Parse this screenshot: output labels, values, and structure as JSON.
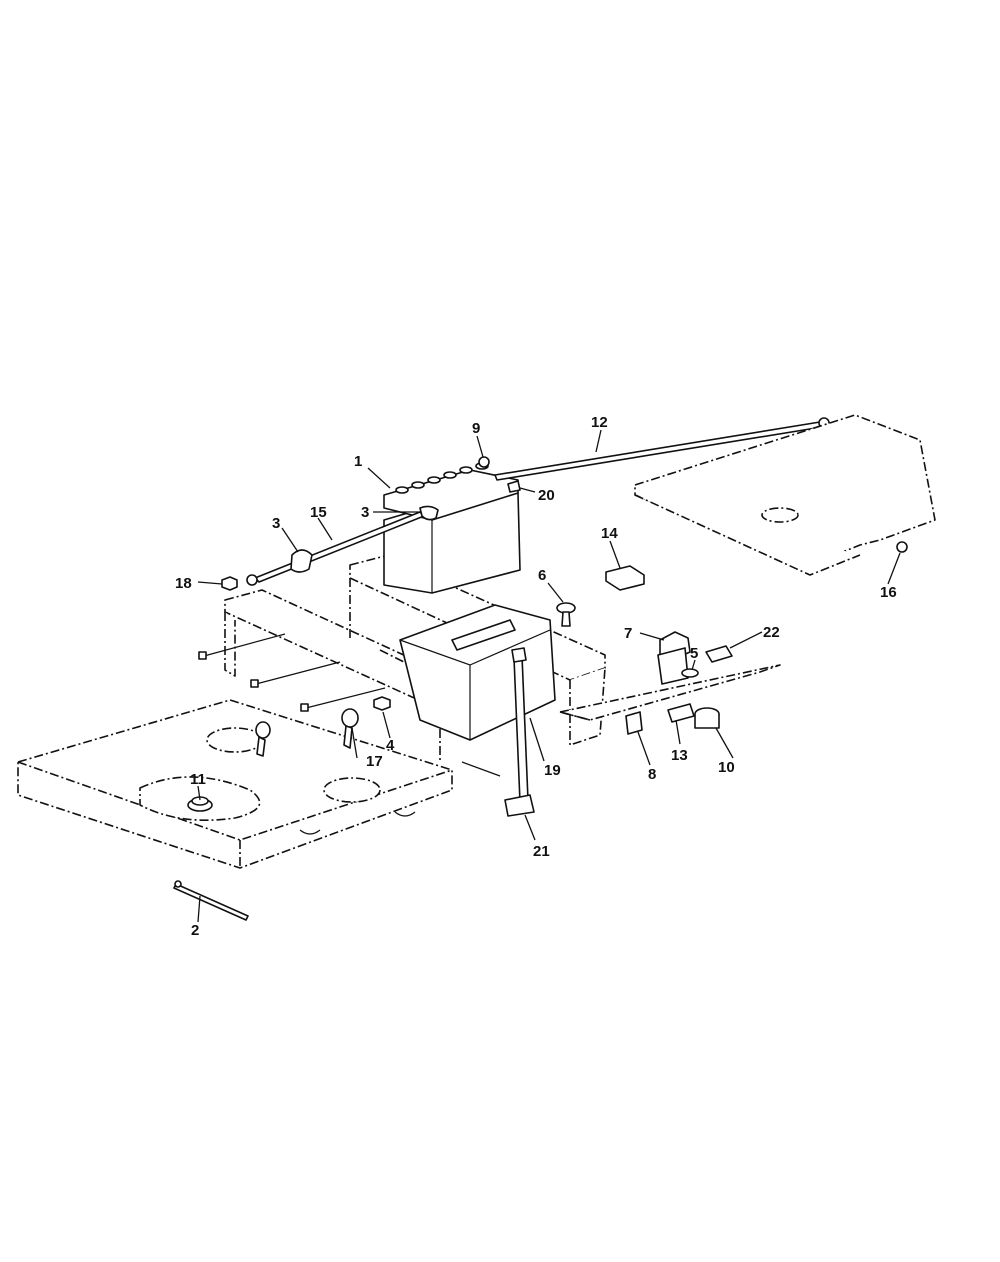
{
  "diagram": {
    "callouts": [
      {
        "key": "c1",
        "label": "1"
      },
      {
        "key": "c2",
        "label": "2"
      },
      {
        "key": "c3a",
        "label": "3"
      },
      {
        "key": "c3b",
        "label": "3"
      },
      {
        "key": "c4",
        "label": "4"
      },
      {
        "key": "c5",
        "label": "5"
      },
      {
        "key": "c6",
        "label": "6"
      },
      {
        "key": "c7",
        "label": "7"
      },
      {
        "key": "c8",
        "label": "8"
      },
      {
        "key": "c9",
        "label": "9"
      },
      {
        "key": "c10",
        "label": "10"
      },
      {
        "key": "c11",
        "label": "11"
      },
      {
        "key": "c12",
        "label": "12"
      },
      {
        "key": "c13",
        "label": "13"
      },
      {
        "key": "c14",
        "label": "14"
      },
      {
        "key": "c15",
        "label": "15"
      },
      {
        "key": "c16",
        "label": "16"
      },
      {
        "key": "c17",
        "label": "17"
      },
      {
        "key": "c18",
        "label": "18"
      },
      {
        "key": "c19",
        "label": "19"
      },
      {
        "key": "c20",
        "label": "20"
      },
      {
        "key": "c21",
        "label": "21"
      },
      {
        "key": "c22",
        "label": "22"
      }
    ]
  }
}
